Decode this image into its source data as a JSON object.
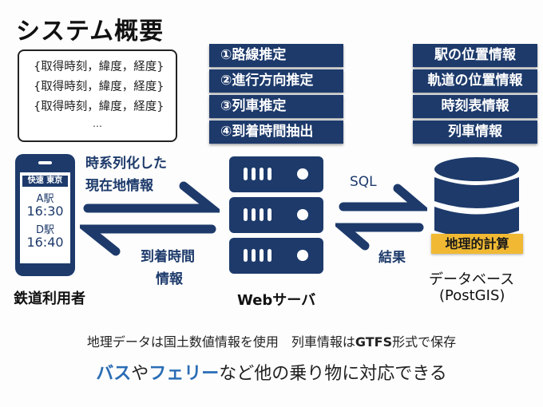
{
  "title": "システム概要",
  "data_box": {
    "lines": [
      "{取得時刻，緯度，経度}",
      "{取得時刻，緯度，経度}",
      "{取得時刻，緯度，経度}"
    ],
    "ellipsis": "…"
  },
  "processing_steps": [
    "①路線推定",
    "②進行方向推定",
    "③列車推定",
    "④到着時間抽出"
  ],
  "db_info": [
    "駅の位置情報",
    "軌道の位置情報",
    "時刻表情報",
    "列車情報"
  ],
  "phone": {
    "header": "快速 東京",
    "station_a": "A駅",
    "time_a": "16:30",
    "station_d": "D駅",
    "time_d": "16:40"
  },
  "arrows": {
    "to_server_line1": "時系列化した",
    "to_server_line2": "現在地情報",
    "to_user_line1": "到着時間",
    "to_user_line2": "情報",
    "to_db": "SQL",
    "to_server_result": "結果"
  },
  "nodes": {
    "user": "鉄道利用者",
    "server": "Webサーバ",
    "db_line1": "データベース",
    "db_line2": "(PostGIS)",
    "db_badge": "地理的計算"
  },
  "footer": {
    "line1_a": "地理データは国土数値情報を使用　列車情報は",
    "line1_bold": "GTFS",
    "line1_b": "形式で保存",
    "line2_hl1": "バス",
    "line2_mid": "や",
    "line2_hl2": "フェリー",
    "line2_rest": "など他の乗り物に対応できる"
  },
  "colors": {
    "navy": "#1d3a6b",
    "badge": "#f1b933",
    "highlight": "#2a6db5"
  }
}
